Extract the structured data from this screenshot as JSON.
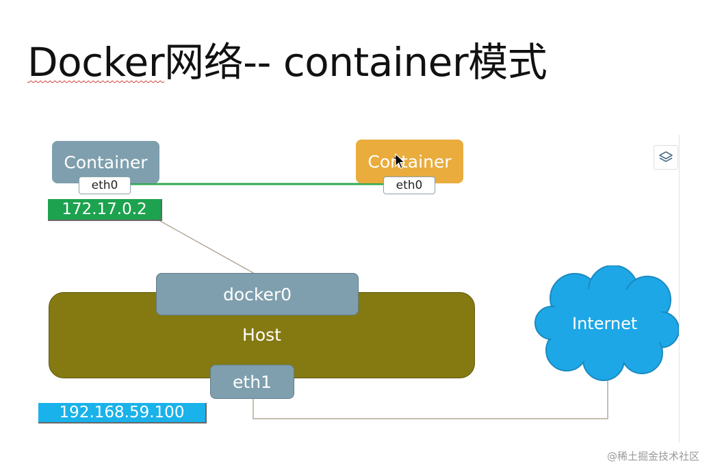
{
  "title": {
    "word": "Docker",
    "rest": "网络-- container模式"
  },
  "container_left": {
    "label": "Container",
    "iface": "eth0",
    "ip": "172.17.0.2"
  },
  "container_right": {
    "label": "Container",
    "iface": "eth0"
  },
  "bridge": {
    "label": "docker0"
  },
  "host": {
    "label": "Host",
    "iface": "eth1",
    "ip": "192.168.59.100"
  },
  "internet": {
    "label": "Internet"
  },
  "colors": {
    "container_left": "#7f9fae",
    "container_right": "#e9ac3d",
    "host": "#857a12",
    "ip_green": "#1da24f",
    "ip_cyan": "#1ab2ea",
    "cloud": "#1ea7e6",
    "link_green": "#2fa84f"
  },
  "icons": {
    "layers": "layers-icon",
    "cursor": "move-cursor-icon"
  },
  "watermark": "@稀土掘金技术社区"
}
